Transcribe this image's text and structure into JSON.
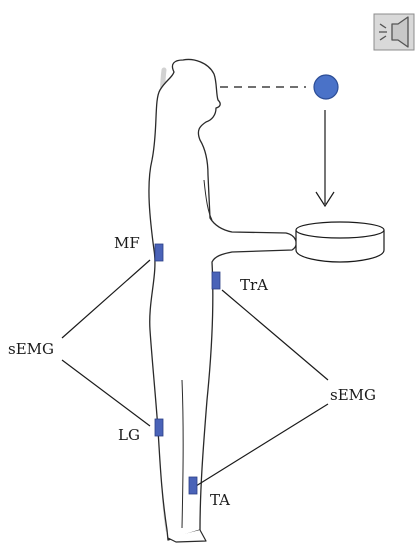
{
  "labels": {
    "mf": "MF",
    "tra": "TrA",
    "semg_left": "sEMG",
    "semg_right": "sEMG",
    "lg": "LG",
    "ta": "TA"
  },
  "icons": {
    "audio": "speaker-icon"
  },
  "colors": {
    "electrode": "#4a63b8",
    "electrode_stroke": "#2b3f86",
    "ball": "#4a72c8",
    "ball_stroke": "#2c4d96",
    "outline": "#2a2a2a",
    "shadow": "#d2d2d2",
    "icon_bg": "#d9d9d9"
  }
}
